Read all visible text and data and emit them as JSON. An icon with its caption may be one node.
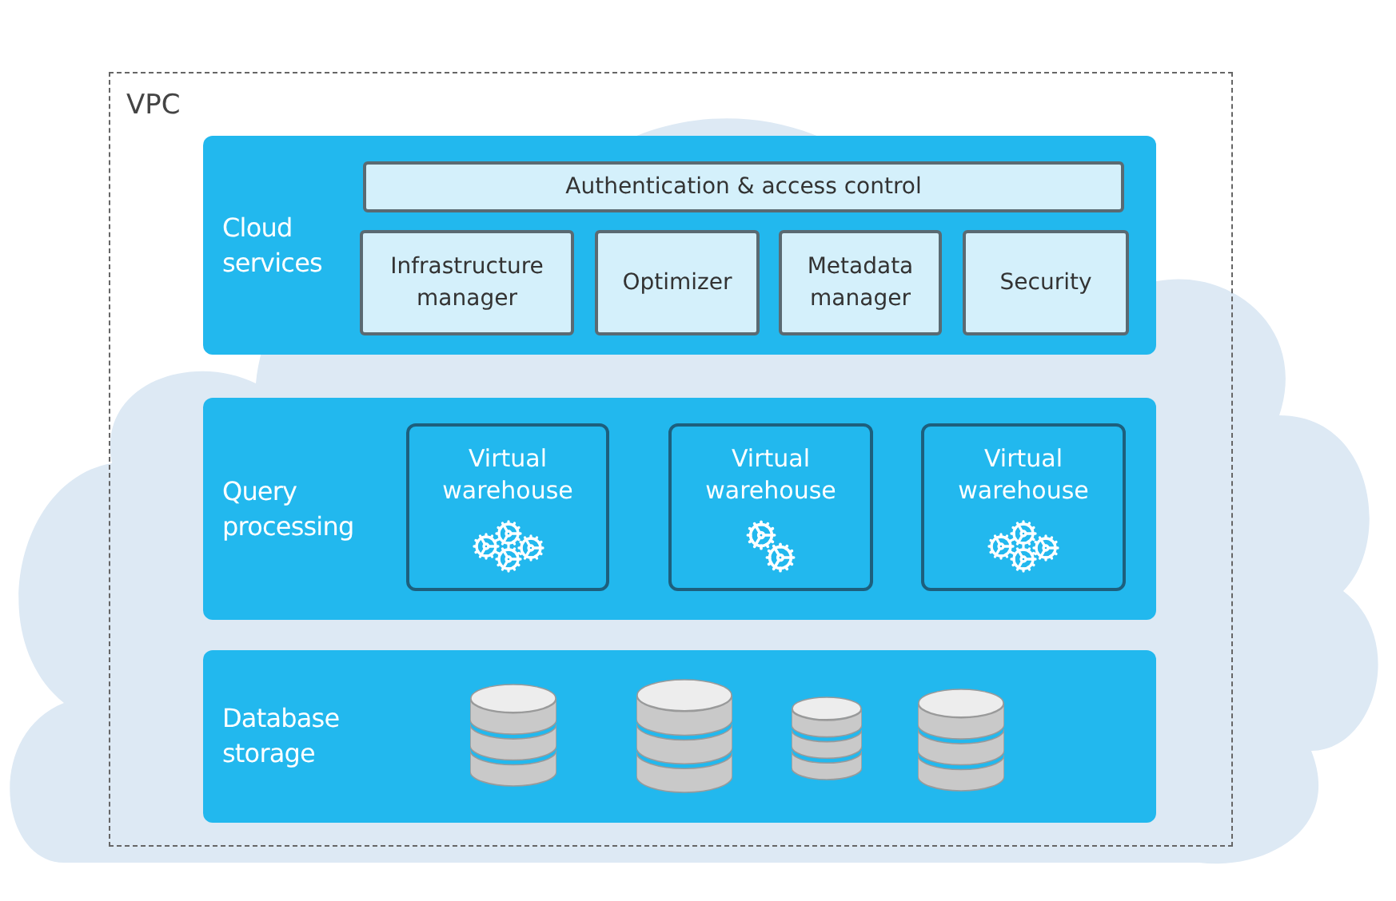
{
  "diagram": {
    "nodes": [
      {
        "text": [
          "VPC"
        ]
      },
      {
        "text": [
          "Cloud services"
        ],
        "in": 0
      },
      {
        "text": [
          "Authentication & access control"
        ],
        "in": 1
      },
      {
        "text": [
          "Infrastructure manager"
        ],
        "in": 1
      },
      {
        "text": [
          "Optimizer"
        ],
        "in": 1
      },
      {
        "text": [
          "Metadata manager"
        ],
        "in": 1
      },
      {
        "text": [
          "Security"
        ],
        "in": 1
      },
      {
        "text": [
          "Query processing"
        ],
        "in": 0
      },
      {
        "text": [
          "Virtual warehouse"
        ],
        "in": 7
      },
      {
        "text": [
          "Virtual warehouse"
        ],
        "in": 7
      },
      {
        "text": [
          "Virtual warehouse"
        ],
        "in": 7
      },
      {
        "text": [
          "Database storage"
        ],
        "in": 0
      },
      {
        "text": [],
        "shape": "cylinder",
        "in": 11
      },
      {
        "text": [],
        "shape": "cylinder",
        "in": 11
      },
      {
        "text": [],
        "shape": "cylinder",
        "in": 11
      },
      {
        "text": [],
        "shape": "cylinder",
        "in": 11
      }
    ]
  }
}
